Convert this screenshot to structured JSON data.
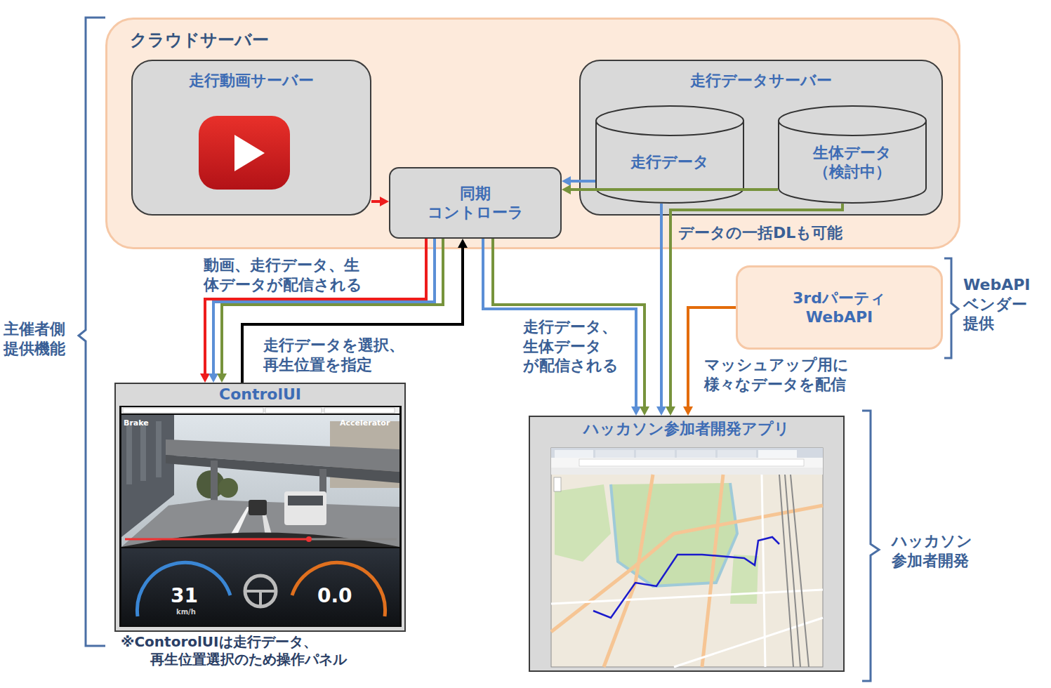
{
  "diagram": {
    "nodes": [
      {
        "text": [
          "クラウドサーバー"
        ]
      },
      {
        "text": [
          "走行動画サーバー"
        ],
        "in": 0
      },
      {
        "text": [
          "走行データサーバー"
        ],
        "in": 0
      },
      {
        "text": [
          "走行データ"
        ],
        "in": 2
      },
      {
        "text": [
          "生体データ （検討中）"
        ],
        "in": 2
      },
      {
        "text": [
          "同期 コントローラ"
        ],
        "in": 0
      },
      {
        "text": [
          "3rdパーティ WebAPI"
        ]
      },
      {
        "text": [
          "ControlUI"
        ]
      },
      {
        "text": [
          "ハッカソン参加者開発アプリ"
        ]
      }
    ],
    "edges": [
      {
        "from": 1,
        "to": 5,
        "arrow": "to"
      },
      {
        "from": 3,
        "to": 5,
        "arrow": "to"
      },
      {
        "from": 4,
        "to": 5,
        "arrow": "to"
      },
      {
        "from": 5,
        "to": 7,
        "arrow": "to",
        "label": "動画、走行データ、生 体データが配信される"
      },
      {
        "from": 5,
        "to": 7,
        "arrow": "to"
      },
      {
        "from": 5,
        "to": 7,
        "arrow": "to"
      },
      {
        "from": 7,
        "to": 5,
        "arrow": "to",
        "label": "走行データを選択、 再生位置を指定"
      },
      {
        "from": 5,
        "to": 8,
        "arrow": "to",
        "label": "走行データ、 生体データ が配信される"
      },
      {
        "from": 5,
        "to": 8,
        "arrow": "to"
      },
      {
        "from": 3,
        "to": 8,
        "arrow": "to",
        "label": "データの一括DLも可能"
      },
      {
        "from": 4,
        "to": 8,
        "arrow": "to"
      },
      {
        "from": 6,
        "to": 8,
        "arrow": "to",
        "label": "マッシュアップ用に 様々なデータを配信"
      }
    ],
    "labels": [
      "主催者側 提供機能",
      "WebAPI ベンダー 提供",
      "ハッカソン 参加者開発",
      "※ContorolUIは走行データ、 再生位置選択のため操作パネル",
      "Brake",
      "Accelerator",
      "31",
      "km/h",
      "0.0"
    ]
  }
}
